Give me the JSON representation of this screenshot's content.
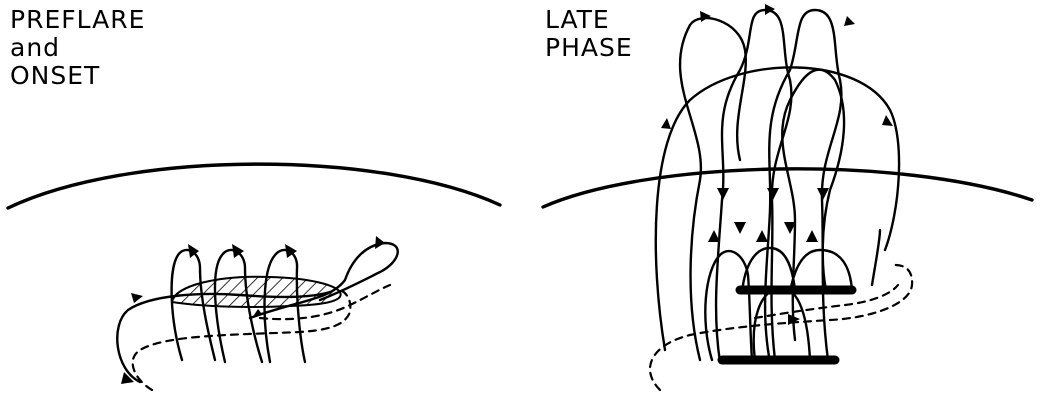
{
  "panels": [
    {
      "id": "preflare",
      "label_lines": [
        "PREFLARE",
        "and",
        "ONSET"
      ]
    },
    {
      "id": "late",
      "label_lines": [
        "LATE",
        "PHASE"
      ]
    }
  ]
}
